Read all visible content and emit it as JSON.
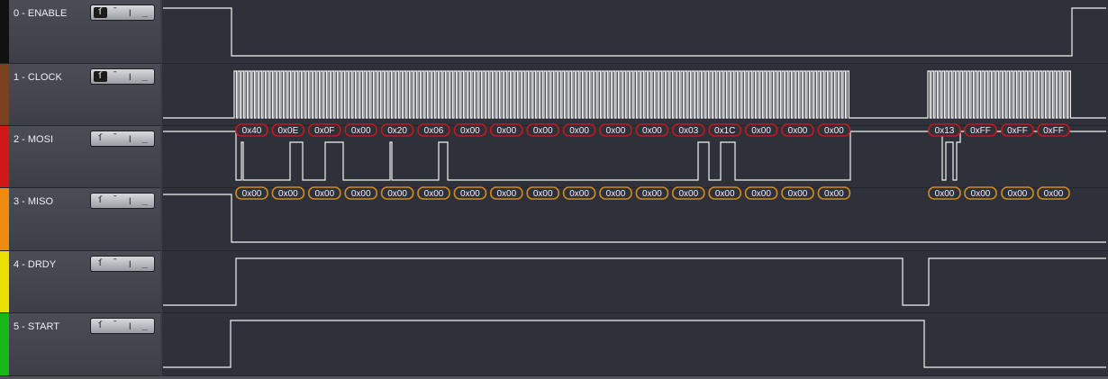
{
  "channels": [
    {
      "label": "0 - ENABLE",
      "color": "#111111",
      "active_trigger": 0
    },
    {
      "label": "1 - CLOCK",
      "color": "#7a4020",
      "active_trigger": 0
    },
    {
      "label": "2 - MOSI",
      "color": "#d01818",
      "active_trigger": -1
    },
    {
      "label": "3 - MISO",
      "color": "#f08a10",
      "active_trigger": -1
    },
    {
      "label": "4 - DRDY",
      "color": "#e8e000",
      "active_trigger": -1
    },
    {
      "label": "5 - START",
      "color": "#18b818",
      "active_trigger": -1
    }
  ],
  "trigger_icons": [
    "rising-edge-icon",
    "high-level-icon",
    "falling-edge-icon",
    "low-level-icon"
  ],
  "trigger_glyphs": [
    "ſ",
    "¯",
    "ꞁ",
    "_"
  ],
  "colors": {
    "signal": "#f2f2f2",
    "mosi_bubble": "#c01a1a",
    "miso_bubble": "#d28a1a"
  },
  "mosi_bytes": [
    "0x40",
    "0x0E",
    "0x0F",
    "0x00",
    "0x20",
    "0x06",
    "0x00",
    "0x00",
    "0x00",
    "0x00",
    "0x00",
    "0x00",
    "0x03",
    "0x1C",
    "0x00",
    "0x00",
    "0x00",
    "0x13",
    "0xFF",
    "0xFF",
    "0xFF"
  ],
  "miso_bytes": [
    "0x00",
    "0x00",
    "0x00",
    "0x00",
    "0x00",
    "0x00",
    "0x00",
    "0x00",
    "0x00",
    "0x00",
    "0x00",
    "0x00",
    "0x00",
    "0x00",
    "0x00",
    "0x00",
    "0x00",
    "0x00",
    "0x00",
    "0x00",
    "0x00"
  ]
}
